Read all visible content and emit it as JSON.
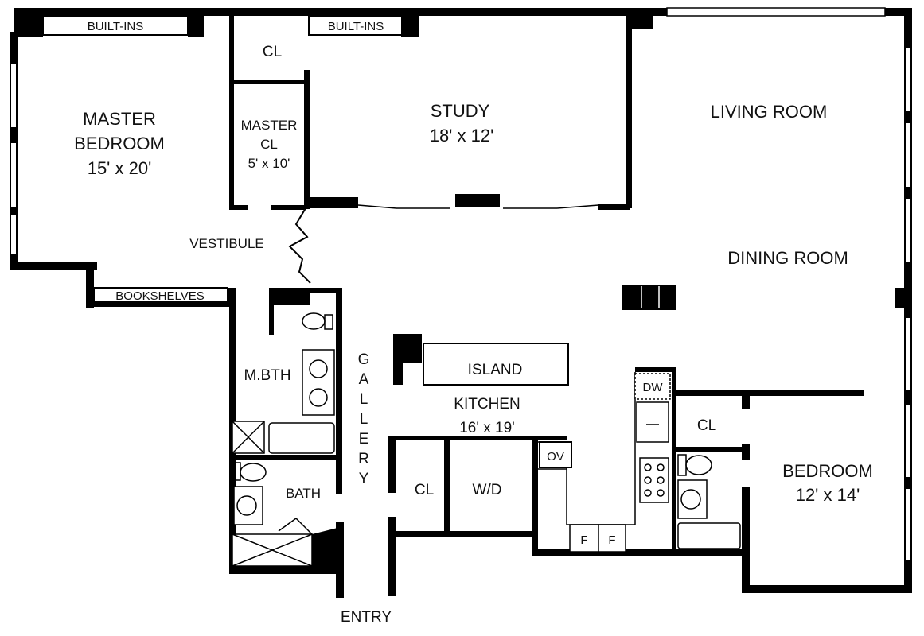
{
  "rooms": {
    "master_bedroom": {
      "name_line1": "MASTER",
      "name_line2": "BEDROOM",
      "size": "15' x 20'"
    },
    "master_closet": {
      "name_line1": "MASTER",
      "name_line2": "CL",
      "size": "5' x 10'"
    },
    "closet_top": {
      "name": "CL"
    },
    "study": {
      "name": "STUDY",
      "size": "18' x 12'"
    },
    "living_room": {
      "name": "LIVING ROOM"
    },
    "dining_room": {
      "name": "DINING ROOM"
    },
    "vestibule": {
      "name": "VESTIBULE"
    },
    "master_bath": {
      "name": "M.BTH"
    },
    "bath": {
      "name": "BATH"
    },
    "gallery": {
      "letters": [
        "G",
        "A",
        "L",
        "L",
        "E",
        "R",
        "Y"
      ]
    },
    "island": {
      "name": "ISLAND"
    },
    "kitchen": {
      "name": "KITCHEN",
      "size": "16' x 19'"
    },
    "closet_kitchen": {
      "name": "CL"
    },
    "laundry": {
      "name": "W/D"
    },
    "closet_bedroom": {
      "name": "CL"
    },
    "bedroom": {
      "name": "BEDROOM",
      "size": "12' x 14'"
    },
    "entry": {
      "name": "ENTRY"
    }
  },
  "fixtures": {
    "built_ins_left": "BUILT-INS",
    "built_ins_right": "BUILT-INS",
    "bookshelves": "BOOKSHELVES",
    "dishwasher": "DW",
    "oven": "OV",
    "fridge_left": "F",
    "fridge_right": "F"
  }
}
